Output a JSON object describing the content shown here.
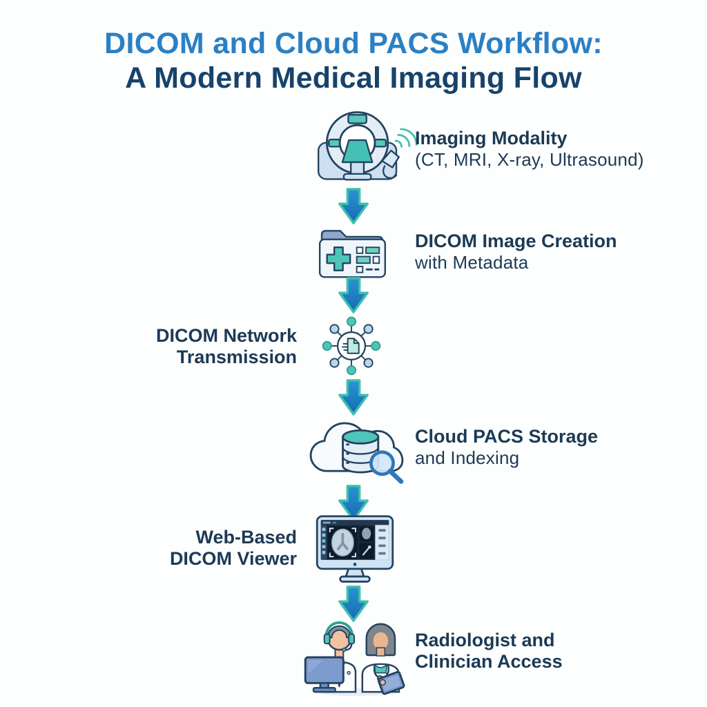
{
  "title": {
    "line1": "DICOM and Cloud PACS Workflow:",
    "line2": "A Modern Medical Imaging Flow"
  },
  "steps": [
    {
      "name": "imaging-modality",
      "icon": "ct-scanner-ultrasound-icon",
      "label_side": "right",
      "line1": "Imaging Modality",
      "line2": "(CT, MRI, X-ray, Ultrasound)"
    },
    {
      "name": "dicom-image-creation",
      "icon": "medical-folder-metadata-icon",
      "label_side": "right",
      "line1": "DICOM Image Creation",
      "line2": "with Metadata"
    },
    {
      "name": "dicom-network-transmission",
      "icon": "network-hub-document-icon",
      "label_side": "left",
      "line1": "DICOM Network",
      "line2": "Transmission"
    },
    {
      "name": "cloud-pacs-storage",
      "icon": "cloud-database-search-icon",
      "label_side": "right",
      "line1": "Cloud PACS Storage",
      "line2": "and Indexing"
    },
    {
      "name": "web-based-dicom-viewer",
      "icon": "monitor-dicom-viewer-icon",
      "label_side": "left",
      "line1": "Web-Based",
      "line2": "DICOM Viewer"
    },
    {
      "name": "radiologist-clinician-access",
      "icon": "radiologist-clinician-icon",
      "label_side": "right",
      "line1": "Radiologist and",
      "line2": "Clinician Access"
    }
  ],
  "connector": {
    "icon": "flow-arrow-down-icon",
    "count": 5
  },
  "colors": {
    "background": "#fdfefe",
    "title_blue": "#2b80c4",
    "title_navy": "#17436b",
    "label_navy": "#1c3a55",
    "arrow_blue": "#1e7cc2",
    "arrow_teal_outline": "#3fc0ae",
    "icon_teal": "#4fc5ba",
    "icon_navy_outline": "#24435f",
    "icon_light_blue": "#dbe9f6"
  }
}
